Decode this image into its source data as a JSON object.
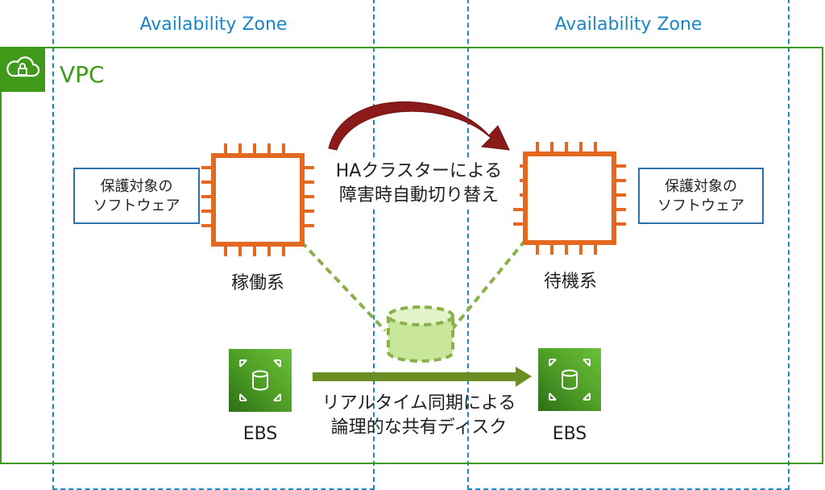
{
  "availability_zones": [
    {
      "label": "Availability Zone"
    },
    {
      "label": "Availability Zone"
    }
  ],
  "vpc": {
    "label": "VPC",
    "icon": "cloud-lock-icon"
  },
  "software_boxes": [
    {
      "line1": "保護対象の",
      "line2": "ソフトウェア"
    },
    {
      "line1": "保護対象の",
      "line2": "ソフトウェア"
    }
  ],
  "instances": [
    {
      "label": "稼働系",
      "icon": "ec2-instance-icon"
    },
    {
      "label": "待機系",
      "icon": "ec2-instance-icon"
    }
  ],
  "failover": {
    "line1": "HAクラスターによる",
    "line2": "障害時自動切り替え"
  },
  "sync": {
    "line1": "リアルタイム同期による",
    "line2": "論理的な共有ディスク"
  },
  "ebs": [
    {
      "label": "EBS",
      "icon": "ebs-volume-icon"
    },
    {
      "label": "EBS",
      "icon": "ebs-volume-icon"
    }
  ],
  "colors": {
    "az_border": "#1a86c5",
    "vpc": "#3f9a1a",
    "instance": "#e2691f",
    "failover_arrow": "#8b1a1a",
    "sync_arrow": "#6b8e23",
    "shared_disk": "#c9e79a"
  }
}
